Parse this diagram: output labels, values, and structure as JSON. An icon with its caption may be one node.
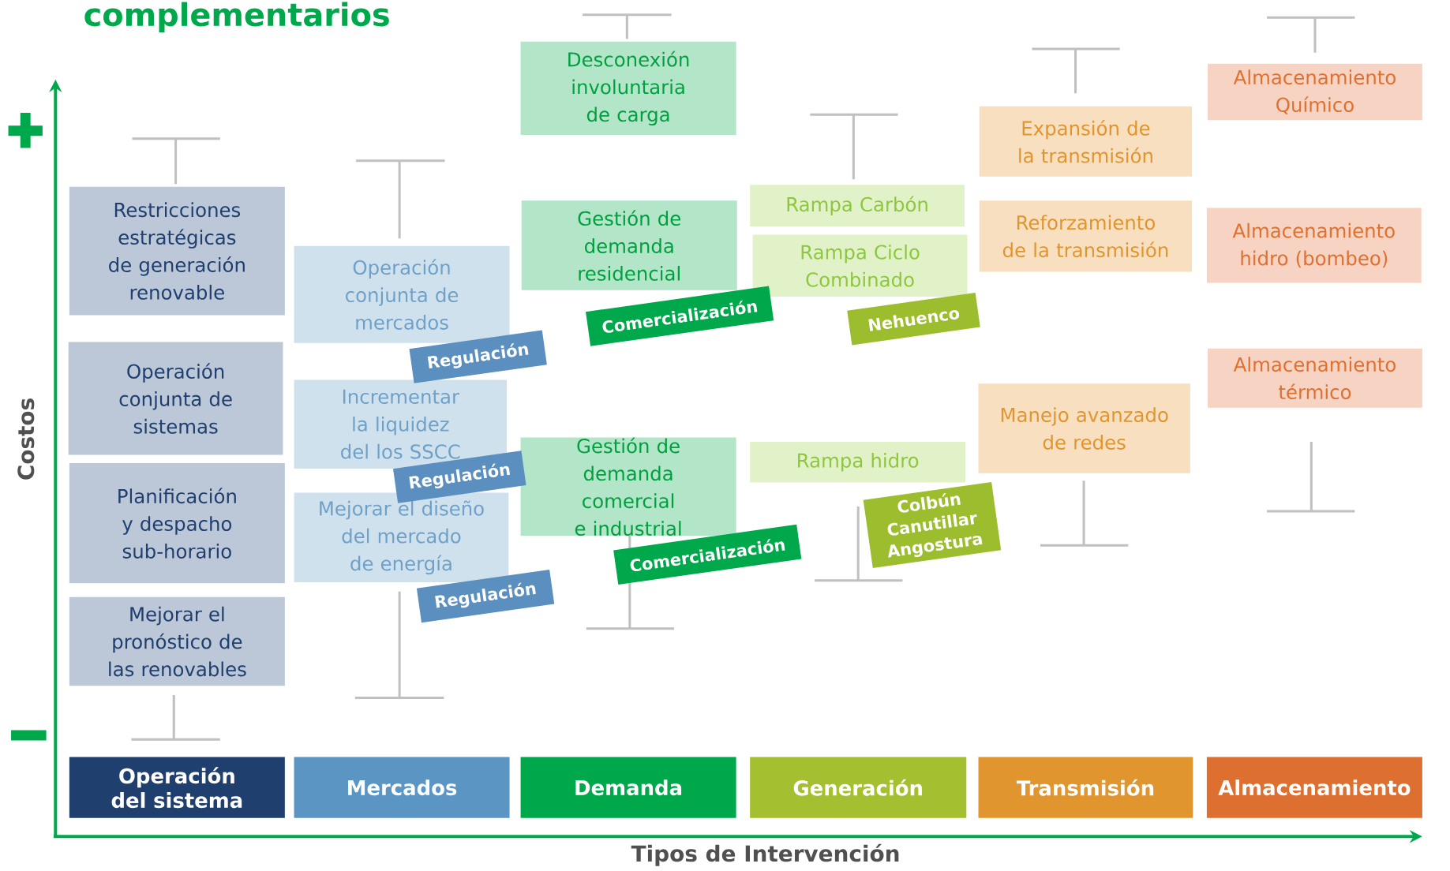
{
  "diagram": {
    "title": "complementarios",
    "nodes": [
      {
        "text": [
          "Restricciones estratégicas de generación renovable"
        ]
      },
      {
        "text": [
          "Operación conjunta de sistemas"
        ]
      },
      {
        "text": [
          "Planificación y despacho sub-horario"
        ]
      },
      {
        "text": [
          "Mejorar el pronóstico de las renovables"
        ]
      },
      {
        "text": [
          "Operación conjunta de mercados"
        ]
      },
      {
        "text": [
          "Incrementar la liquidez del los SSCC"
        ]
      },
      {
        "text": [
          "Mejorar el diseño del mercado de energía"
        ]
      },
      {
        "text": [
          "Desconexión involuntaria de carga"
        ]
      },
      {
        "text": [
          "Gestión de demanda residencial"
        ]
      },
      {
        "text": [
          "Gestión de demanda comercial e industrial"
        ]
      },
      {
        "text": [
          "Rampa Carbón"
        ]
      },
      {
        "text": [
          "Rampa Ciclo Combinado"
        ]
      },
      {
        "text": [
          "Rampa hidro"
        ]
      },
      {
        "text": [
          "Expansión de la transmisión"
        ]
      },
      {
        "text": [
          "Reforzamiento de la transmisión"
        ]
      },
      {
        "text": [
          "Manejo avanzado de redes"
        ]
      },
      {
        "text": [
          "Almacenamiento Químico"
        ]
      },
      {
        "text": [
          "Almacenamiento hidro (bombeo)"
        ]
      },
      {
        "text": [
          "Almacenamiento térmico"
        ]
      },
      {
        "text": [
          "Regulación"
        ]
      },
      {
        "text": [
          "Regulación"
        ]
      },
      {
        "text": [
          "Regulación"
        ]
      },
      {
        "text": [
          "Comercialización"
        ]
      },
      {
        "text": [
          "Comercialización"
        ]
      },
      {
        "text": [
          "Nehuenco"
        ]
      },
      {
        "text": [
          "Colbún Canutillar Angostura"
        ]
      },
      {
        "text": [
          "Operación del sistema"
        ]
      },
      {
        "text": [
          "Mercados"
        ]
      },
      {
        "text": [
          "Demanda"
        ]
      },
      {
        "text": [
          "Generación"
        ]
      },
      {
        "text": [
          "Transmisión"
        ]
      },
      {
        "text": [
          "Almacenamiento"
        ]
      }
    ],
    "labels": [
      "Costos",
      "Tipos de Intervención"
    ]
  }
}
